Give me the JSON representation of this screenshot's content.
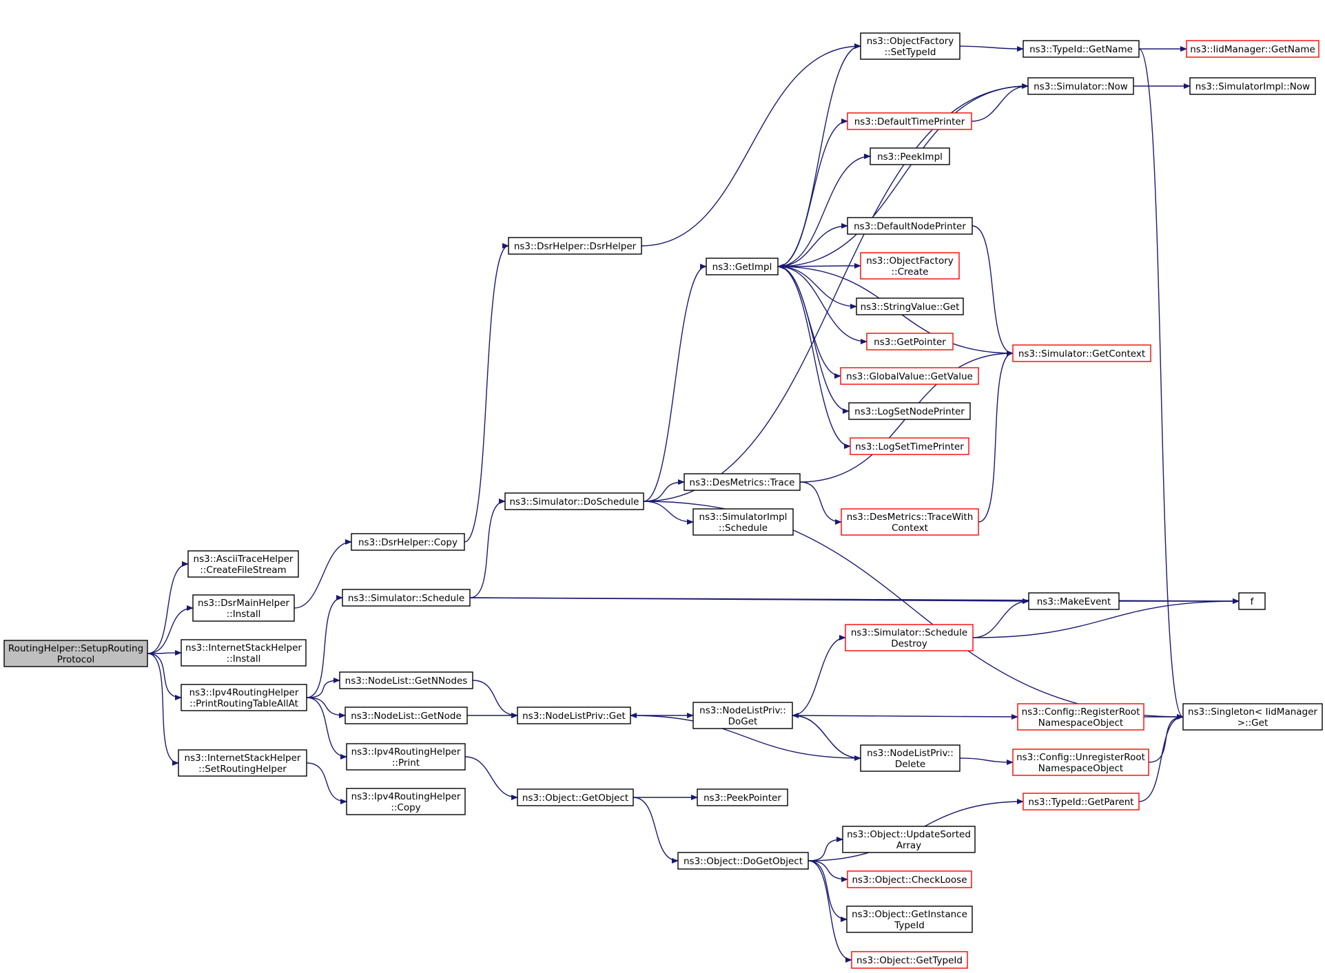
{
  "graph": {
    "colors": {
      "edge": "#191970",
      "border_default": "#000000",
      "border_truncated": "#ff0000",
      "root_fill": "#bfbfbf",
      "node_fill": "#ffffff"
    },
    "nodes": [
      {
        "id": "root",
        "lines": [
          "RoutingHelper::SetupRouting",
          "Protocol"
        ],
        "style": "root"
      },
      {
        "id": "ascii",
        "lines": [
          "ns3::AsciiTraceHelper",
          "::CreateFileStream"
        ],
        "style": "normal"
      },
      {
        "id": "dsrmain",
        "lines": [
          "ns3::DsrMainHelper",
          "::Install"
        ],
        "style": "normal"
      },
      {
        "id": "isinstall",
        "lines": [
          "ns3::InternetStackHelper",
          "::Install"
        ],
        "style": "normal"
      },
      {
        "id": "printall",
        "lines": [
          "ns3::Ipv4RoutingHelper",
          "::PrintRoutingTableAllAt"
        ],
        "style": "normal"
      },
      {
        "id": "setrh",
        "lines": [
          "ns3::InternetStackHelper",
          "::SetRoutingHelper"
        ],
        "style": "normal"
      },
      {
        "id": "dsrcopy",
        "lines": [
          "ns3::DsrHelper::Copy"
        ],
        "style": "normal"
      },
      {
        "id": "schedule",
        "lines": [
          "ns3::Simulator::Schedule"
        ],
        "style": "normal"
      },
      {
        "id": "getnn",
        "lines": [
          "ns3::NodeList::GetNNodes"
        ],
        "style": "normal"
      },
      {
        "id": "getnode",
        "lines": [
          "ns3::NodeList::GetNode"
        ],
        "style": "normal"
      },
      {
        "id": "ipv4print",
        "lines": [
          "ns3::Ipv4RoutingHelper",
          "::Print"
        ],
        "style": "normal"
      },
      {
        "id": "ipv4copy",
        "lines": [
          "ns3::Ipv4RoutingHelper",
          "::Copy"
        ],
        "style": "normal"
      },
      {
        "id": "dsrhelper",
        "lines": [
          "ns3::DsrHelper::DsrHelper"
        ],
        "style": "normal"
      },
      {
        "id": "dosched",
        "lines": [
          "ns3::Simulator::DoSchedule"
        ],
        "style": "normal"
      },
      {
        "id": "nlpget",
        "lines": [
          "ns3::NodeListPriv::Get"
        ],
        "style": "normal"
      },
      {
        "id": "getobject",
        "lines": [
          "ns3::Object::GetObject"
        ],
        "style": "normal"
      },
      {
        "id": "getimpl",
        "lines": [
          "ns3::GetImpl"
        ],
        "style": "normal"
      },
      {
        "id": "trace",
        "lines": [
          "ns3::DesMetrics::Trace"
        ],
        "style": "normal"
      },
      {
        "id": "simimplsched",
        "lines": [
          "ns3::SimulatorImpl",
          "::Schedule"
        ],
        "style": "normal"
      },
      {
        "id": "doget",
        "lines": [
          "ns3::NodeListPriv::",
          "DoGet"
        ],
        "style": "normal"
      },
      {
        "id": "peekptr",
        "lines": [
          "ns3::PeekPointer"
        ],
        "style": "normal"
      },
      {
        "id": "dogetobj",
        "lines": [
          "ns3::Object::DoGetObject"
        ],
        "style": "normal"
      },
      {
        "id": "settypeid",
        "lines": [
          "ns3::ObjectFactory",
          "::SetTypeId"
        ],
        "style": "normal"
      },
      {
        "id": "deftime",
        "lines": [
          "ns3::DefaultTimePrinter"
        ],
        "style": "truncated"
      },
      {
        "id": "peekimpl",
        "lines": [
          "ns3::PeekImpl"
        ],
        "style": "normal"
      },
      {
        "id": "defnode",
        "lines": [
          "ns3::DefaultNodePrinter"
        ],
        "style": "normal"
      },
      {
        "id": "ofcreate",
        "lines": [
          "ns3::ObjectFactory",
          "::Create"
        ],
        "style": "truncated"
      },
      {
        "id": "strget",
        "lines": [
          "ns3::StringValue::Get"
        ],
        "style": "normal"
      },
      {
        "id": "getptr",
        "lines": [
          "ns3::GetPointer"
        ],
        "style": "truncated"
      },
      {
        "id": "gvget",
        "lines": [
          "ns3::GlobalValue::GetValue"
        ],
        "style": "truncated"
      },
      {
        "id": "lognode",
        "lines": [
          "ns3::LogSetNodePrinter"
        ],
        "style": "normal"
      },
      {
        "id": "logtime",
        "lines": [
          "ns3::LogSetTimePrinter"
        ],
        "style": "truncated"
      },
      {
        "id": "tracewith",
        "lines": [
          "ns3::DesMetrics::TraceWith",
          "Context"
        ],
        "style": "truncated"
      },
      {
        "id": "schedestroy",
        "lines": [
          "ns3::Simulator::Schedule",
          "Destroy"
        ],
        "style": "truncated"
      },
      {
        "id": "nlpdelete",
        "lines": [
          "ns3::NodeListPriv::",
          "Delete"
        ],
        "style": "normal"
      },
      {
        "id": "updsorted",
        "lines": [
          "ns3::Object::UpdateSorted",
          "Array"
        ],
        "style": "normal"
      },
      {
        "id": "checkloose",
        "lines": [
          "ns3::Object::CheckLoose"
        ],
        "style": "truncated"
      },
      {
        "id": "getinst",
        "lines": [
          "ns3::Object::GetInstance",
          "TypeId"
        ],
        "style": "normal"
      },
      {
        "id": "gettypeid",
        "lines": [
          "ns3::Object::GetTypeId"
        ],
        "style": "truncated"
      },
      {
        "id": "tidgetname",
        "lines": [
          "ns3::TypeId::GetName"
        ],
        "style": "normal"
      },
      {
        "id": "simnow",
        "lines": [
          "ns3::Simulator::Now"
        ],
        "style": "normal"
      },
      {
        "id": "getctx",
        "lines": [
          "ns3::Simulator::GetContext"
        ],
        "style": "truncated"
      },
      {
        "id": "makeevent",
        "lines": [
          "ns3::MakeEvent"
        ],
        "style": "normal"
      },
      {
        "id": "regroot",
        "lines": [
          "ns3::Config::RegisterRoot",
          "NamespaceObject"
        ],
        "style": "truncated"
      },
      {
        "id": "unregroot",
        "lines": [
          "ns3::Config::UnregisterRoot",
          "NamespaceObject"
        ],
        "style": "truncated"
      },
      {
        "id": "getparent",
        "lines": [
          "ns3::TypeId::GetParent"
        ],
        "style": "truncated"
      },
      {
        "id": "iidgetname",
        "lines": [
          "ns3::IidManager::GetName"
        ],
        "style": "truncated"
      },
      {
        "id": "simimplnow",
        "lines": [
          "ns3::SimulatorImpl::Now"
        ],
        "style": "normal"
      },
      {
        "id": "f",
        "lines": [
          "f"
        ],
        "style": "normal"
      },
      {
        "id": "singleton",
        "lines": [
          "ns3::Singleton< IidManager",
          " >::Get"
        ],
        "style": "normal"
      }
    ],
    "edges": [
      [
        "root",
        "ascii"
      ],
      [
        "root",
        "dsrmain"
      ],
      [
        "root",
        "isinstall"
      ],
      [
        "root",
        "printall"
      ],
      [
        "root",
        "setrh"
      ],
      [
        "dsrmain",
        "dsrcopy"
      ],
      [
        "dsrcopy",
        "dsrhelper"
      ],
      [
        "dsrhelper",
        "settypeid"
      ],
      [
        "printall",
        "schedule"
      ],
      [
        "printall",
        "getnn"
      ],
      [
        "printall",
        "getnode"
      ],
      [
        "printall",
        "ipv4print"
      ],
      [
        "setrh",
        "ipv4copy"
      ],
      [
        "schedule",
        "dosched"
      ],
      [
        "schedule",
        "makeevent"
      ],
      [
        "schedule",
        "f"
      ],
      [
        "getnn",
        "nlpget"
      ],
      [
        "getnode",
        "nlpget"
      ],
      [
        "ipv4print",
        "getobject"
      ],
      [
        "dosched",
        "getimpl"
      ],
      [
        "dosched",
        "trace"
      ],
      [
        "dosched",
        "simimplsched"
      ],
      [
        "dosched",
        "simnow"
      ],
      [
        "dosched",
        "singleton"
      ],
      [
        "nlpget",
        "doget"
      ],
      [
        "getobject",
        "peekptr"
      ],
      [
        "getobject",
        "dogetobj"
      ],
      [
        "getimpl",
        "settypeid"
      ],
      [
        "getimpl",
        "deftime"
      ],
      [
        "getimpl",
        "peekimpl"
      ],
      [
        "getimpl",
        "defnode"
      ],
      [
        "getimpl",
        "ofcreate"
      ],
      [
        "getimpl",
        "strget"
      ],
      [
        "getimpl",
        "getptr"
      ],
      [
        "getimpl",
        "gvget"
      ],
      [
        "getimpl",
        "lognode"
      ],
      [
        "getimpl",
        "logtime"
      ],
      [
        "trace",
        "getctx"
      ],
      [
        "trace",
        "tracewith"
      ],
      [
        "tracewith",
        "getctx"
      ],
      [
        "doget",
        "schedestroy"
      ],
      [
        "doget",
        "regroot"
      ],
      [
        "doget",
        "nlpdelete"
      ],
      [
        "nlpdelete",
        "doget"
      ],
      [
        "nlpdelete",
        "nlpget"
      ],
      [
        "nlpdelete",
        "unregroot"
      ],
      [
        "dogetobj",
        "getparent"
      ],
      [
        "dogetobj",
        "updsorted"
      ],
      [
        "dogetobj",
        "checkloose"
      ],
      [
        "dogetobj",
        "getinst"
      ],
      [
        "dogetobj",
        "gettypeid"
      ],
      [
        "settypeid",
        "tidgetname"
      ],
      [
        "deftime",
        "simnow"
      ],
      [
        "simnow",
        "getimpl"
      ],
      [
        "simnow",
        "simimplnow"
      ],
      [
        "defnode",
        "getctx"
      ],
      [
        "getctx",
        "getimpl"
      ],
      [
        "schedestroy",
        "makeevent"
      ],
      [
        "schedestroy",
        "f"
      ],
      [
        "makeevent",
        "f"
      ],
      [
        "tidgetname",
        "iidgetname"
      ],
      [
        "tidgetname",
        "singleton"
      ],
      [
        "regroot",
        "singleton"
      ],
      [
        "unregroot",
        "singleton"
      ],
      [
        "getparent",
        "singleton"
      ]
    ]
  }
}
